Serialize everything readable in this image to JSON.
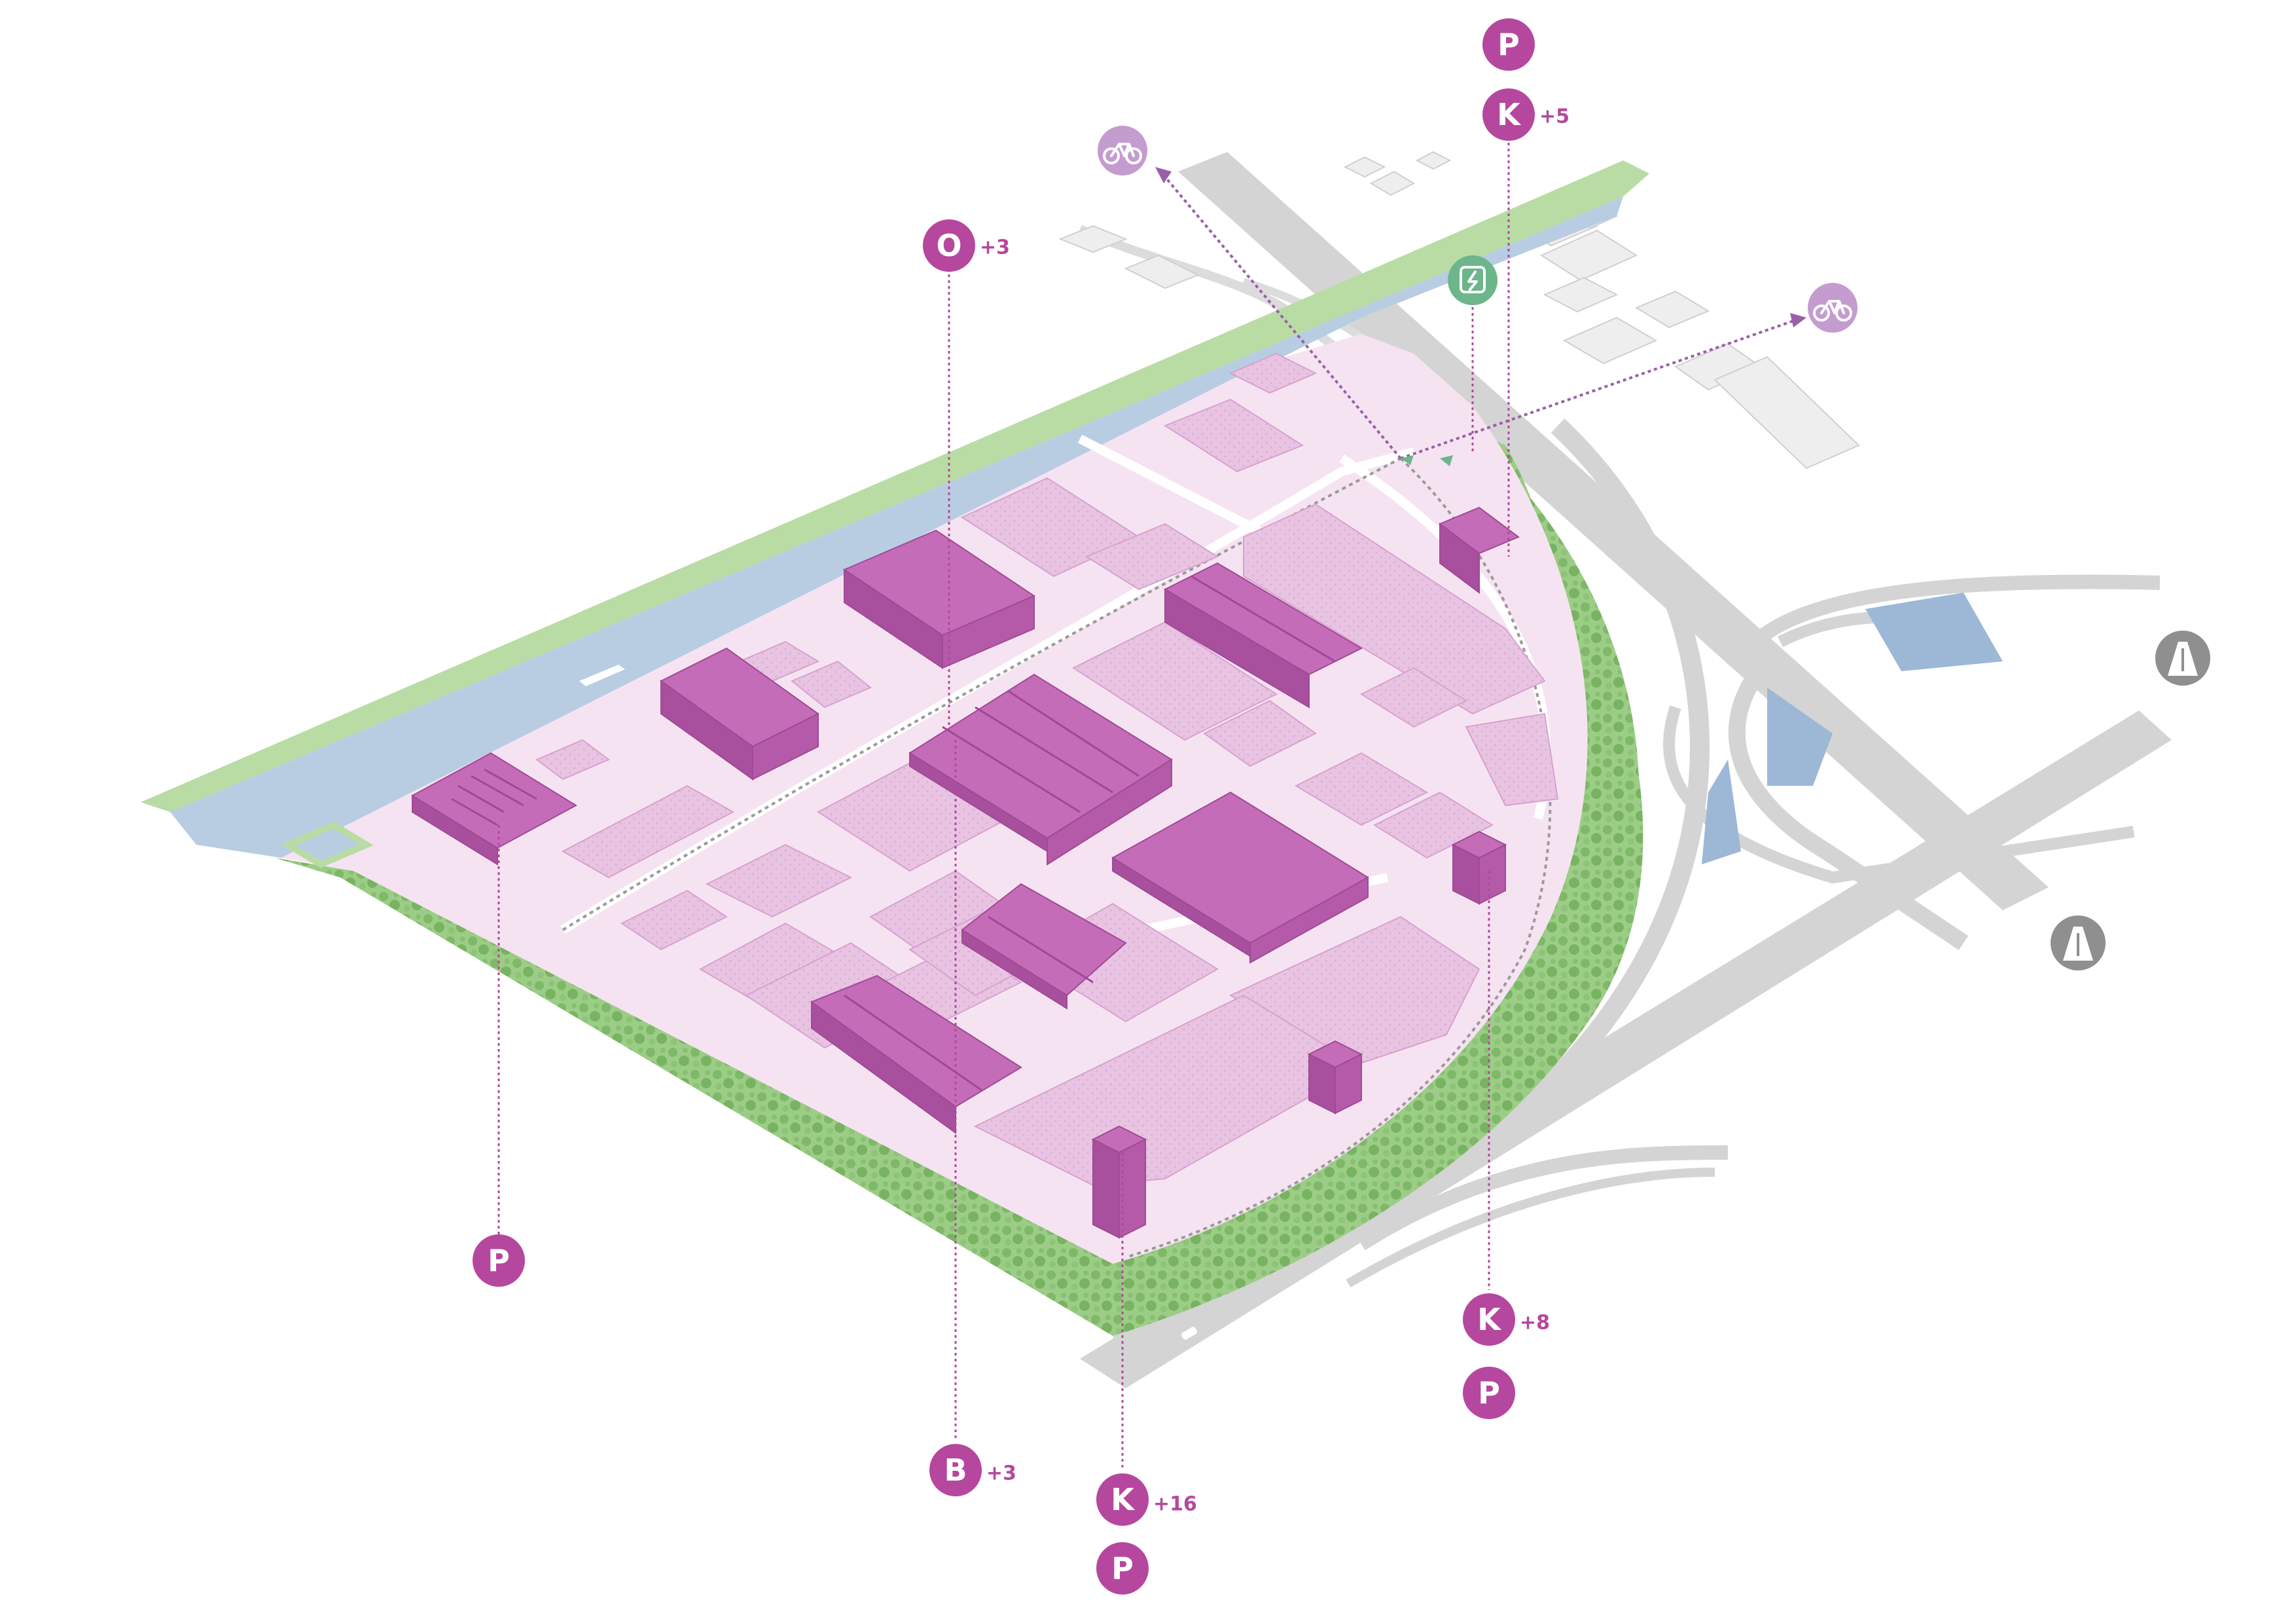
{
  "colors": {
    "accent": "#b5479e",
    "building_dark": "#c069b4",
    "building_light": "#e6bfe0",
    "site": "#f6e3f2",
    "green": "#b9dca4",
    "trees": "#86bf6f",
    "water": "#b8cde2",
    "road": "#d6d6d6",
    "bike": "#c49ccf",
    "bus": "#6db58a",
    "motorway": "#8f8f8f"
  },
  "markers": [
    {
      "label": "P",
      "suffix": ""
    },
    {
      "label": "K",
      "suffix": "+5"
    },
    {
      "label": "O",
      "suffix": "+3"
    },
    {
      "label": "P",
      "suffix": ""
    },
    {
      "label": "K",
      "suffix": "+8"
    },
    {
      "label": "P",
      "suffix": ""
    },
    {
      "label": "B",
      "suffix": "+3"
    },
    {
      "label": "K",
      "suffix": "+16"
    },
    {
      "label": "P",
      "suffix": ""
    }
  ],
  "icons": {
    "bike_1": "bicycle-icon",
    "bike_2": "bicycle-icon",
    "bus": "electric-bus-icon",
    "motorway_1": "motorway-icon",
    "motorway_2": "motorway-icon"
  }
}
